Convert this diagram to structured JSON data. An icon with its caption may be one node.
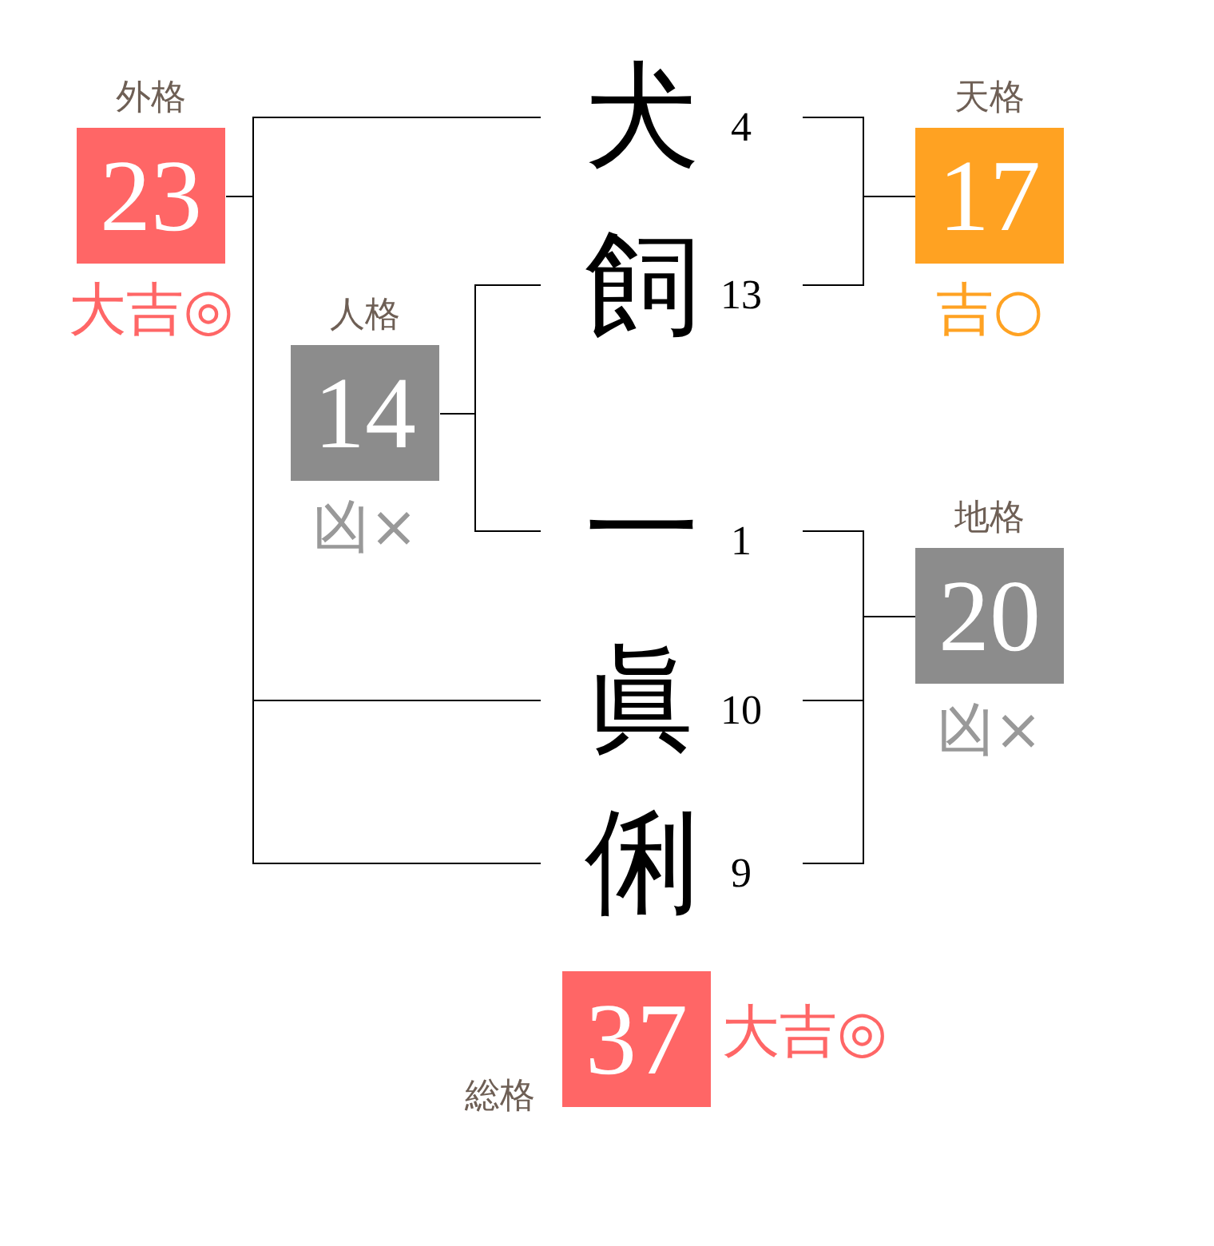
{
  "diagram": {
    "nodes": [
      {
        "text": [
          "外格",
          "23"
        ],
        "beside": [
          "大吉◎"
        ]
      },
      {
        "text": [
          "犬"
        ],
        "beside": [
          "4"
        ]
      },
      {
        "text": [
          "天格",
          "17"
        ],
        "beside": [
          "吉○"
        ]
      },
      {
        "text": [
          "飼"
        ],
        "beside": [
          "13"
        ]
      },
      {
        "text": [
          "人格",
          "14"
        ],
        "beside": [
          "凶×"
        ]
      },
      {
        "text": [
          "一"
        ],
        "beside": [
          "1"
        ]
      },
      {
        "text": [
          "地格",
          "20"
        ],
        "beside": [
          "凶×"
        ]
      },
      {
        "text": [
          "眞"
        ],
        "beside": [
          "10"
        ]
      },
      {
        "text": [
          "俐"
        ],
        "beside": [
          "9"
        ]
      },
      {
        "text": [
          "総格",
          "37"
        ],
        "beside": [
          "大吉◎"
        ]
      }
    ],
    "edges": [
      {
        "from": 1,
        "to": 0,
        "arrow": "none"
      },
      {
        "from": 7,
        "to": 0,
        "arrow": "none"
      },
      {
        "from": 8,
        "to": 0,
        "arrow": "none"
      },
      {
        "from": 1,
        "to": 2,
        "arrow": "none"
      },
      {
        "from": 3,
        "to": 2,
        "arrow": "none"
      },
      {
        "from": 3,
        "to": 4,
        "arrow": "none"
      },
      {
        "from": 5,
        "to": 4,
        "arrow": "none"
      },
      {
        "from": 5,
        "to": 6,
        "arrow": "none"
      },
      {
        "from": 7,
        "to": 6,
        "arrow": "none"
      },
      {
        "from": 8,
        "to": 6,
        "arrow": "none"
      }
    ]
  }
}
